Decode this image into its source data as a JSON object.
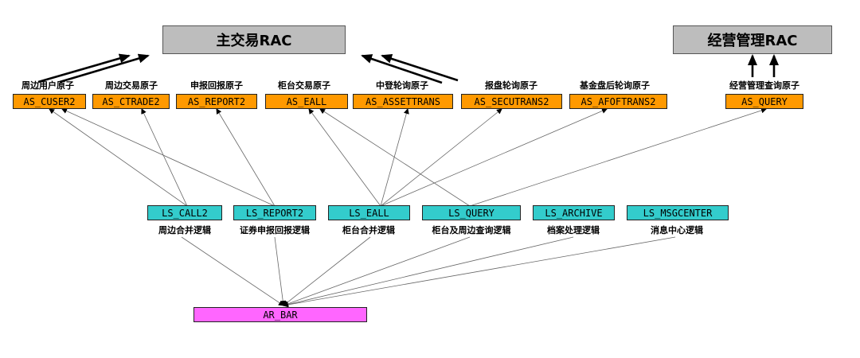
{
  "rac": {
    "main": "主交易RAC",
    "ops": "经营管理RAC"
  },
  "as_nodes": [
    {
      "name": "AS_CUSER2",
      "label": "周边用户原子"
    },
    {
      "name": "AS_CTRADE2",
      "label": "周边交易原子"
    },
    {
      "name": "AS_REPORT2",
      "label": "申报回报原子"
    },
    {
      "name": "AS_EALL",
      "label": "柜台交易原子"
    },
    {
      "name": "AS_ASSETTRANS",
      "label": "中登轮询原子"
    },
    {
      "name": "AS_SECUTRANS2",
      "label": "报盘轮询原子"
    },
    {
      "name": "AS_AFOFTRANS2",
      "label": "基金盘后轮询原子"
    },
    {
      "name": "AS_QUERY",
      "label": "经营管理查询原子"
    }
  ],
  "ls_nodes": [
    {
      "name": "LS_CALL2",
      "label": "周边合并逻辑"
    },
    {
      "name": "LS_REPORT2",
      "label": "证券申报回报逻辑"
    },
    {
      "name": "LS_EALL",
      "label": "柜台合并逻辑"
    },
    {
      "name": "LS_QUERY",
      "label": "柜台及周边查询逻辑"
    },
    {
      "name": "LS_ARCHIVE",
      "label": "档案处理逻辑"
    },
    {
      "name": "LS_MSGCENTER",
      "label": "消息中心逻辑"
    }
  ],
  "ar_node": {
    "name": "AR_BAR"
  },
  "colors": {
    "rac": "#bdbdbd",
    "as": "#ff9900",
    "ls": "#33cccc",
    "ar": "#ff66ff"
  }
}
